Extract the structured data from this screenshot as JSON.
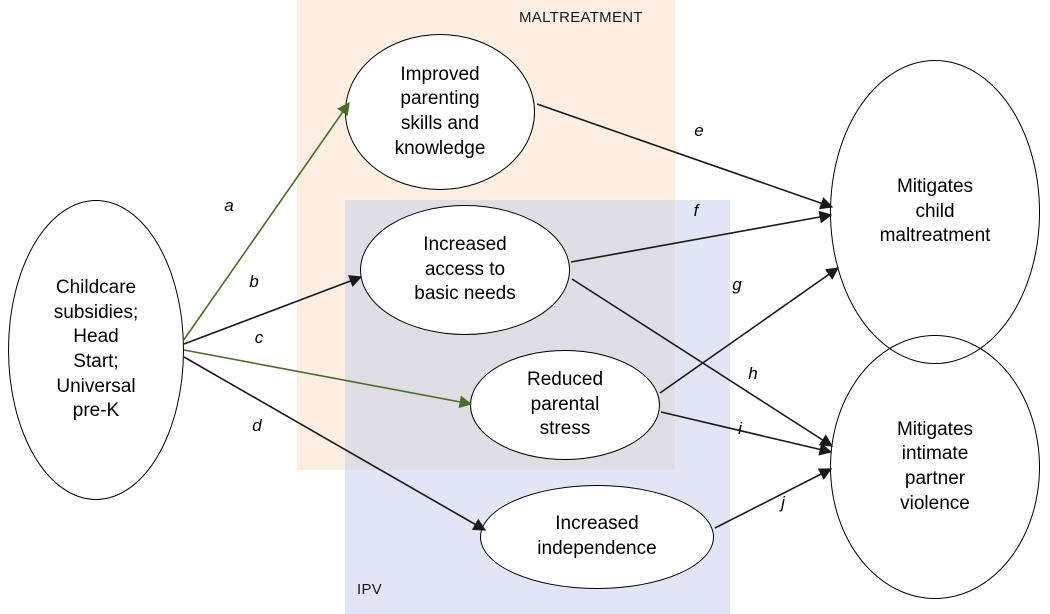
{
  "regions": {
    "maltreatment": {
      "label": "MALTREATMENT",
      "fill": "#fcefe1"
    },
    "ipv": {
      "label": "IPV",
      "fill": "#dfe6f3"
    }
  },
  "nodes": {
    "source": {
      "label": "Childcare\nsubsidies;\nHead\nStart;\nUniversal\npre-K"
    },
    "parenting": {
      "label": "Improved\nparenting\nskills and\nknowledge"
    },
    "access": {
      "label": "Increased\naccess to\nbasic needs"
    },
    "stress": {
      "label": "Reduced\nparental\nstress"
    },
    "independence": {
      "label": "Increased\nindependence"
    },
    "maltreatment_outcome": {
      "label": "Mitigates\nchild\nmaltreatment"
    },
    "ipv_outcome": {
      "label": "Mitigates\nintimate\npartner\nviolence"
    }
  },
  "edge_colors": {
    "green": "#4a6e28",
    "black": "#1a1a1a"
  },
  "edges": [
    {
      "label": "a",
      "from": "source",
      "to": "parenting",
      "color": "#4a6e28"
    },
    {
      "label": "b",
      "from": "source",
      "to": "access",
      "color": "#1a1a1a"
    },
    {
      "label": "c",
      "from": "source",
      "to": "stress",
      "color": "#4a6e28"
    },
    {
      "label": "d",
      "from": "source",
      "to": "independence",
      "color": "#1a1a1a"
    },
    {
      "label": "e",
      "from": "parenting",
      "to": "maltreatment_outcome",
      "color": "#1a1a1a"
    },
    {
      "label": "f",
      "from": "access",
      "to": "maltreatment_outcome",
      "color": "#1a1a1a"
    },
    {
      "label": "g",
      "from": "stress",
      "to": "maltreatment_outcome",
      "color": "#1a1a1a"
    },
    {
      "label": "h",
      "from": "access",
      "to": "ipv_outcome",
      "color": "#1a1a1a"
    },
    {
      "label": "i",
      "from": "stress",
      "to": "ipv_outcome",
      "color": "#1a1a1a"
    },
    {
      "label": "j",
      "from": "independence",
      "to": "ipv_outcome",
      "color": "#1a1a1a"
    }
  ]
}
